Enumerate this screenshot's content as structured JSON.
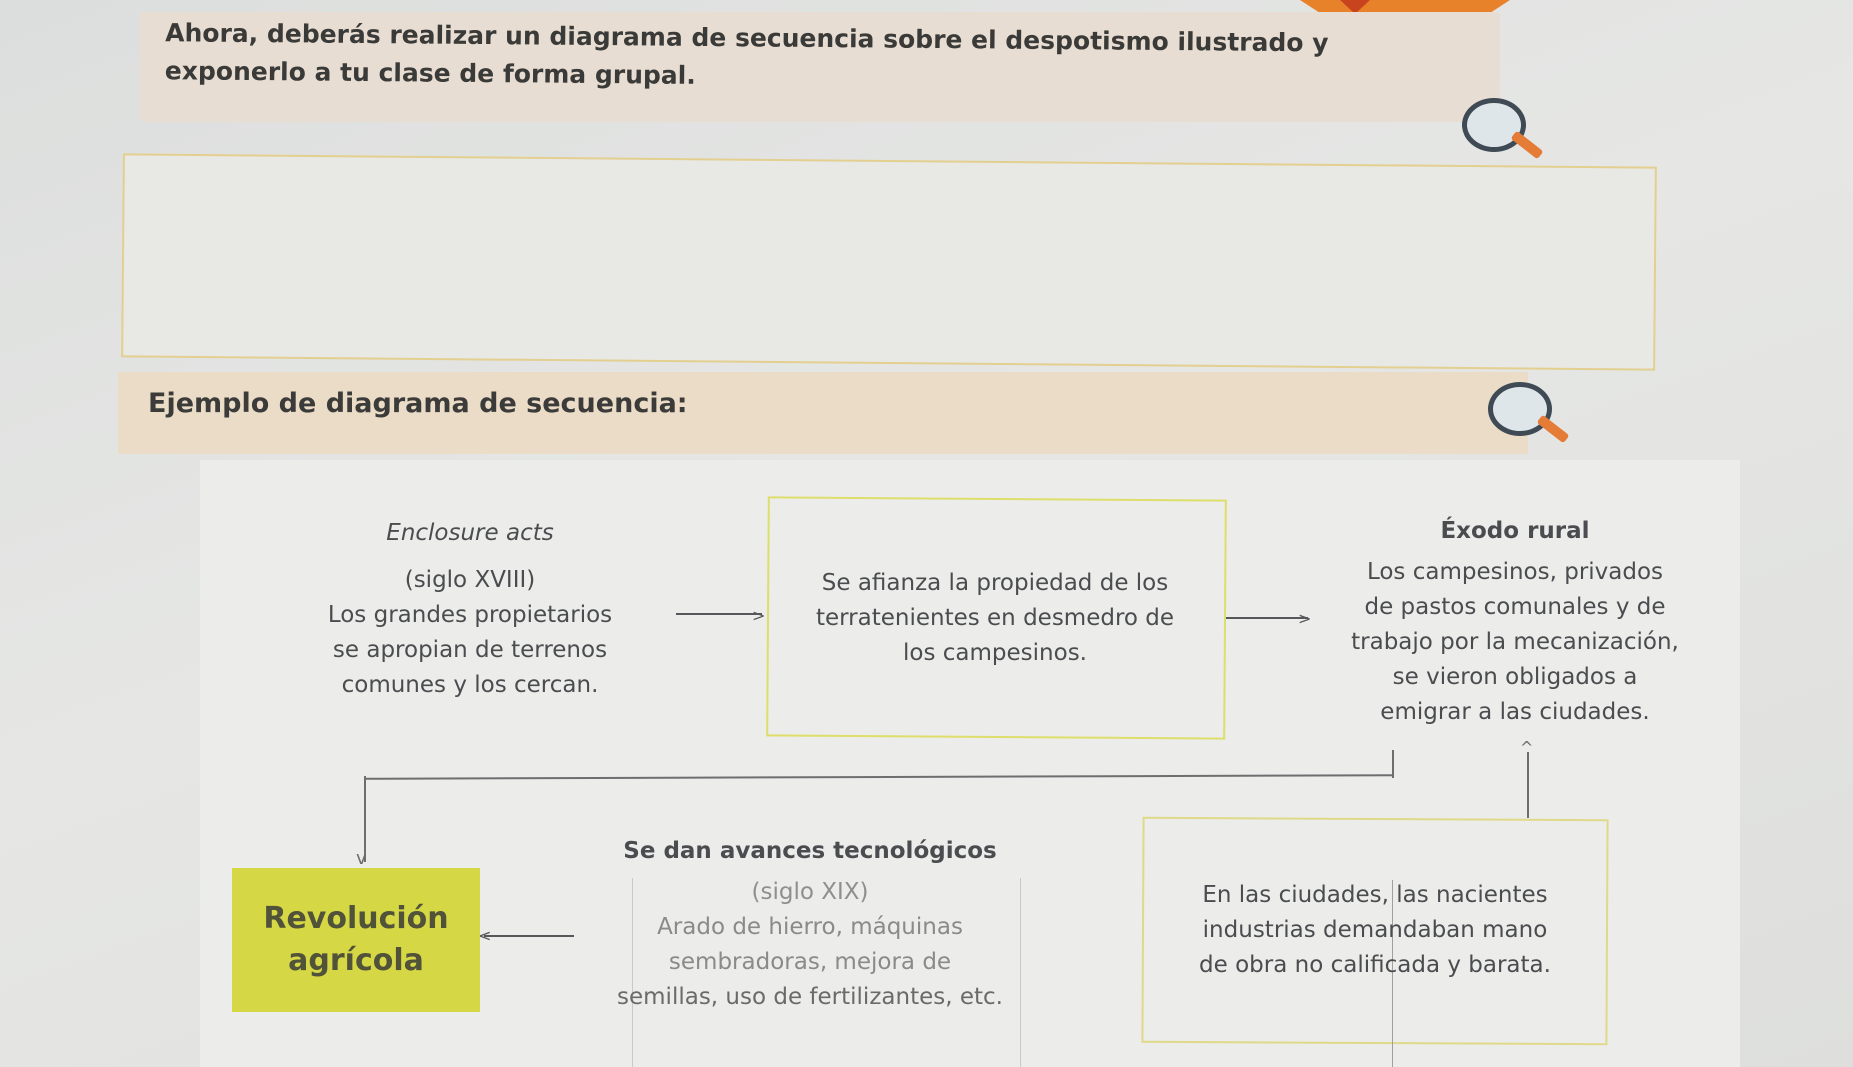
{
  "instruction": {
    "line1": "Ahora, deberás realizar un diagrama de secuencia sobre el despotismo ilustrado y",
    "line2": "exponerlo a tu clase de forma grupal."
  },
  "example": {
    "title": "Ejemplo de diagrama de secuencia:"
  },
  "diagram": {
    "enclosure": {
      "title": "Enclosure acts",
      "century": "(siglo XVIII)",
      "lines": [
        "Los grandes propietarios",
        "se apropian de terrenos",
        "comunes y los cercan."
      ]
    },
    "center": {
      "lines": [
        "Se afianza la propiedad de los",
        "terratenientes en desmedro de",
        "los campesinos."
      ]
    },
    "exodo": {
      "title": "Éxodo rural",
      "lines": [
        "Los campesinos, privados",
        "de pastos comunales y de",
        "trabajo por la mecanización,",
        "se vieron obligados a",
        "emigrar a las ciudades."
      ]
    },
    "avances": {
      "title": "Se dan avances tecnológicos",
      "century": "(siglo XIX)",
      "lines": [
        "Arado de hierro, máquinas",
        "sembradoras, mejora de",
        "semillas, uso de fertilizantes, etc."
      ]
    },
    "ciudades": {
      "lines": [
        "En las ciudades, las nacientes",
        "industrias demandaban mano",
        "de obra no calificada y barata."
      ]
    },
    "revolucion": {
      "line1": "Revolución",
      "line2": "agrícola"
    }
  },
  "colors": {
    "highlight": "#d6d744",
    "band": "#ebdcc8",
    "accent": "#e8822a"
  }
}
